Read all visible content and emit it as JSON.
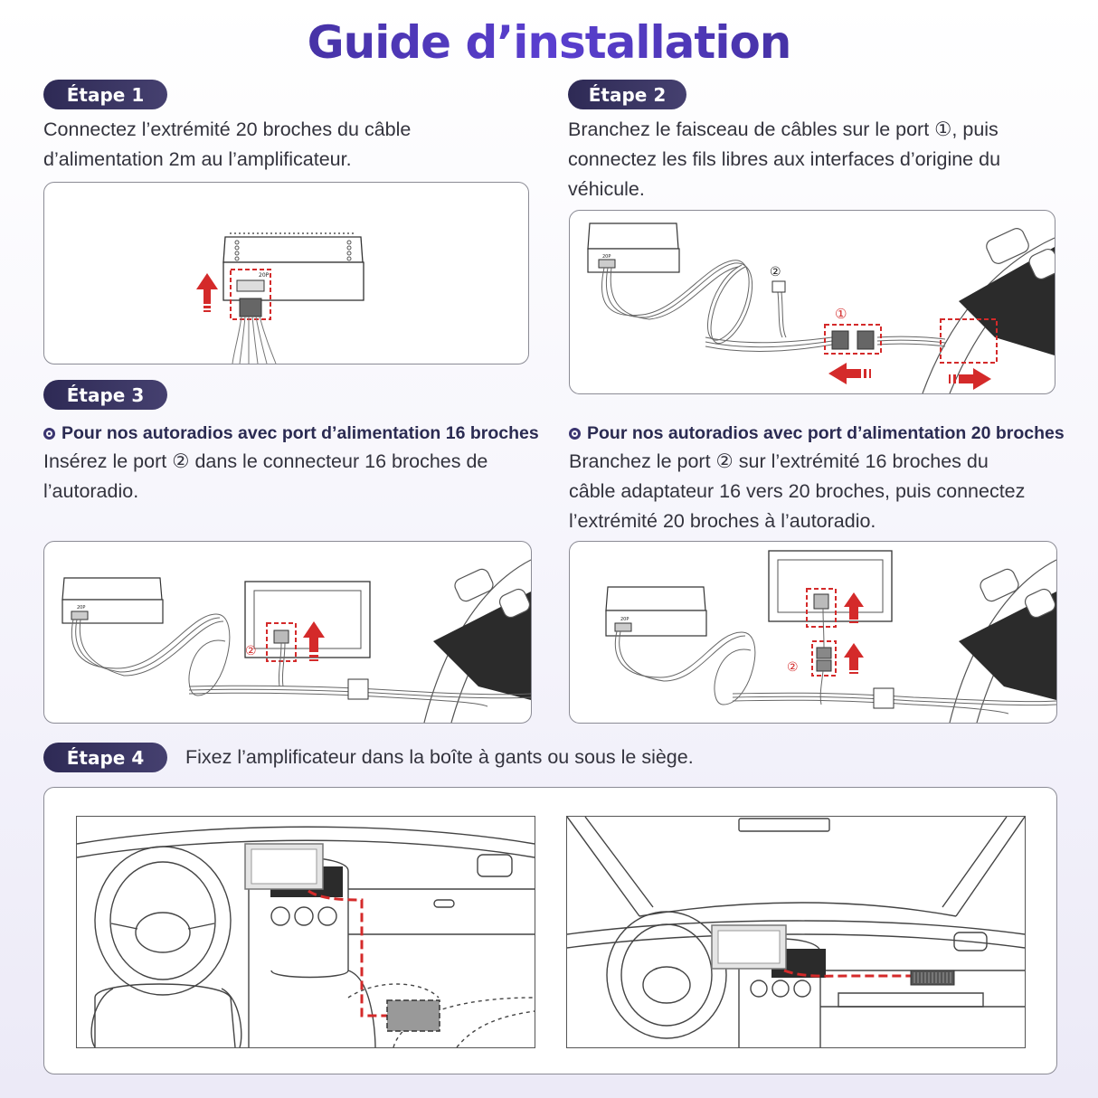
{
  "page": {
    "title": "Guide d’installation"
  },
  "steps": [
    {
      "badge": "Étape 1",
      "text_line1": "Connectez l’extrémité 20 broches du câble",
      "text_line2": "d’alimentation 2m au l’amplificateur.",
      "diagram": {
        "connector_label": "20P"
      }
    },
    {
      "badge": "Étape 2",
      "text_line1": "Branchez le faisceau de câbles sur le port ①, puis",
      "text_line2": "connectez les fils libres aux interfaces d’origine du",
      "text_line3": "véhicule.",
      "diagram": {
        "connector_label": "20P",
        "port_1": "①",
        "port_2": "②"
      }
    },
    {
      "badge": "Étape 3",
      "left": {
        "subtitle": "Pour nos autoradios avec port d’alimentation 16 broches",
        "text_line1": "Insérez le port ② dans le connecteur 16 broches de",
        "text_line2": "l’autoradio.",
        "diagram": {
          "connector_label": "20P",
          "port_2": "②"
        }
      },
      "right": {
        "subtitle": "Pour nos autoradios avec port d’alimentation 20 broches",
        "text_line1": "Branchez le port ② sur l’extrémité 16 broches du",
        "text_line2": "câble adaptateur 16 vers 20 broches, puis connectez",
        "text_line3": "l’extrémité 20 broches à l’autoradio.",
        "diagram": {
          "connector_label": "20P",
          "port_2": "②"
        }
      }
    },
    {
      "badge": "Étape 4",
      "text": "Fixez l’amplificateur dans la boîte à gants ou sous le siège."
    }
  ],
  "colors": {
    "accent": "#3d2c8f",
    "badge": "#2e2a55",
    "highlight_red": "#d42a2a",
    "line": "#4a4a4a"
  },
  "icons": [
    "radio-button-icon",
    "arrow-up-icon",
    "arrow-left-icon",
    "arrow-right-icon"
  ]
}
